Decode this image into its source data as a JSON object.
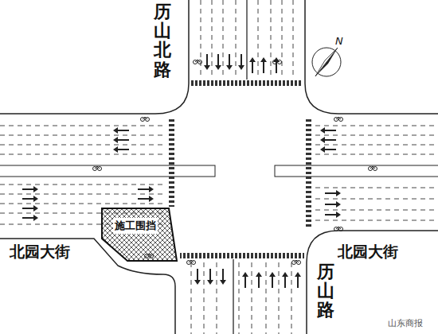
{
  "diagram": {
    "nodes": [
      {
        "text": [
          "施工围挡"
        ]
      }
    ],
    "labels": [
      "历山北路",
      "北园大街",
      "北园大街",
      "历山路",
      "N",
      "山东商报"
    ]
  }
}
